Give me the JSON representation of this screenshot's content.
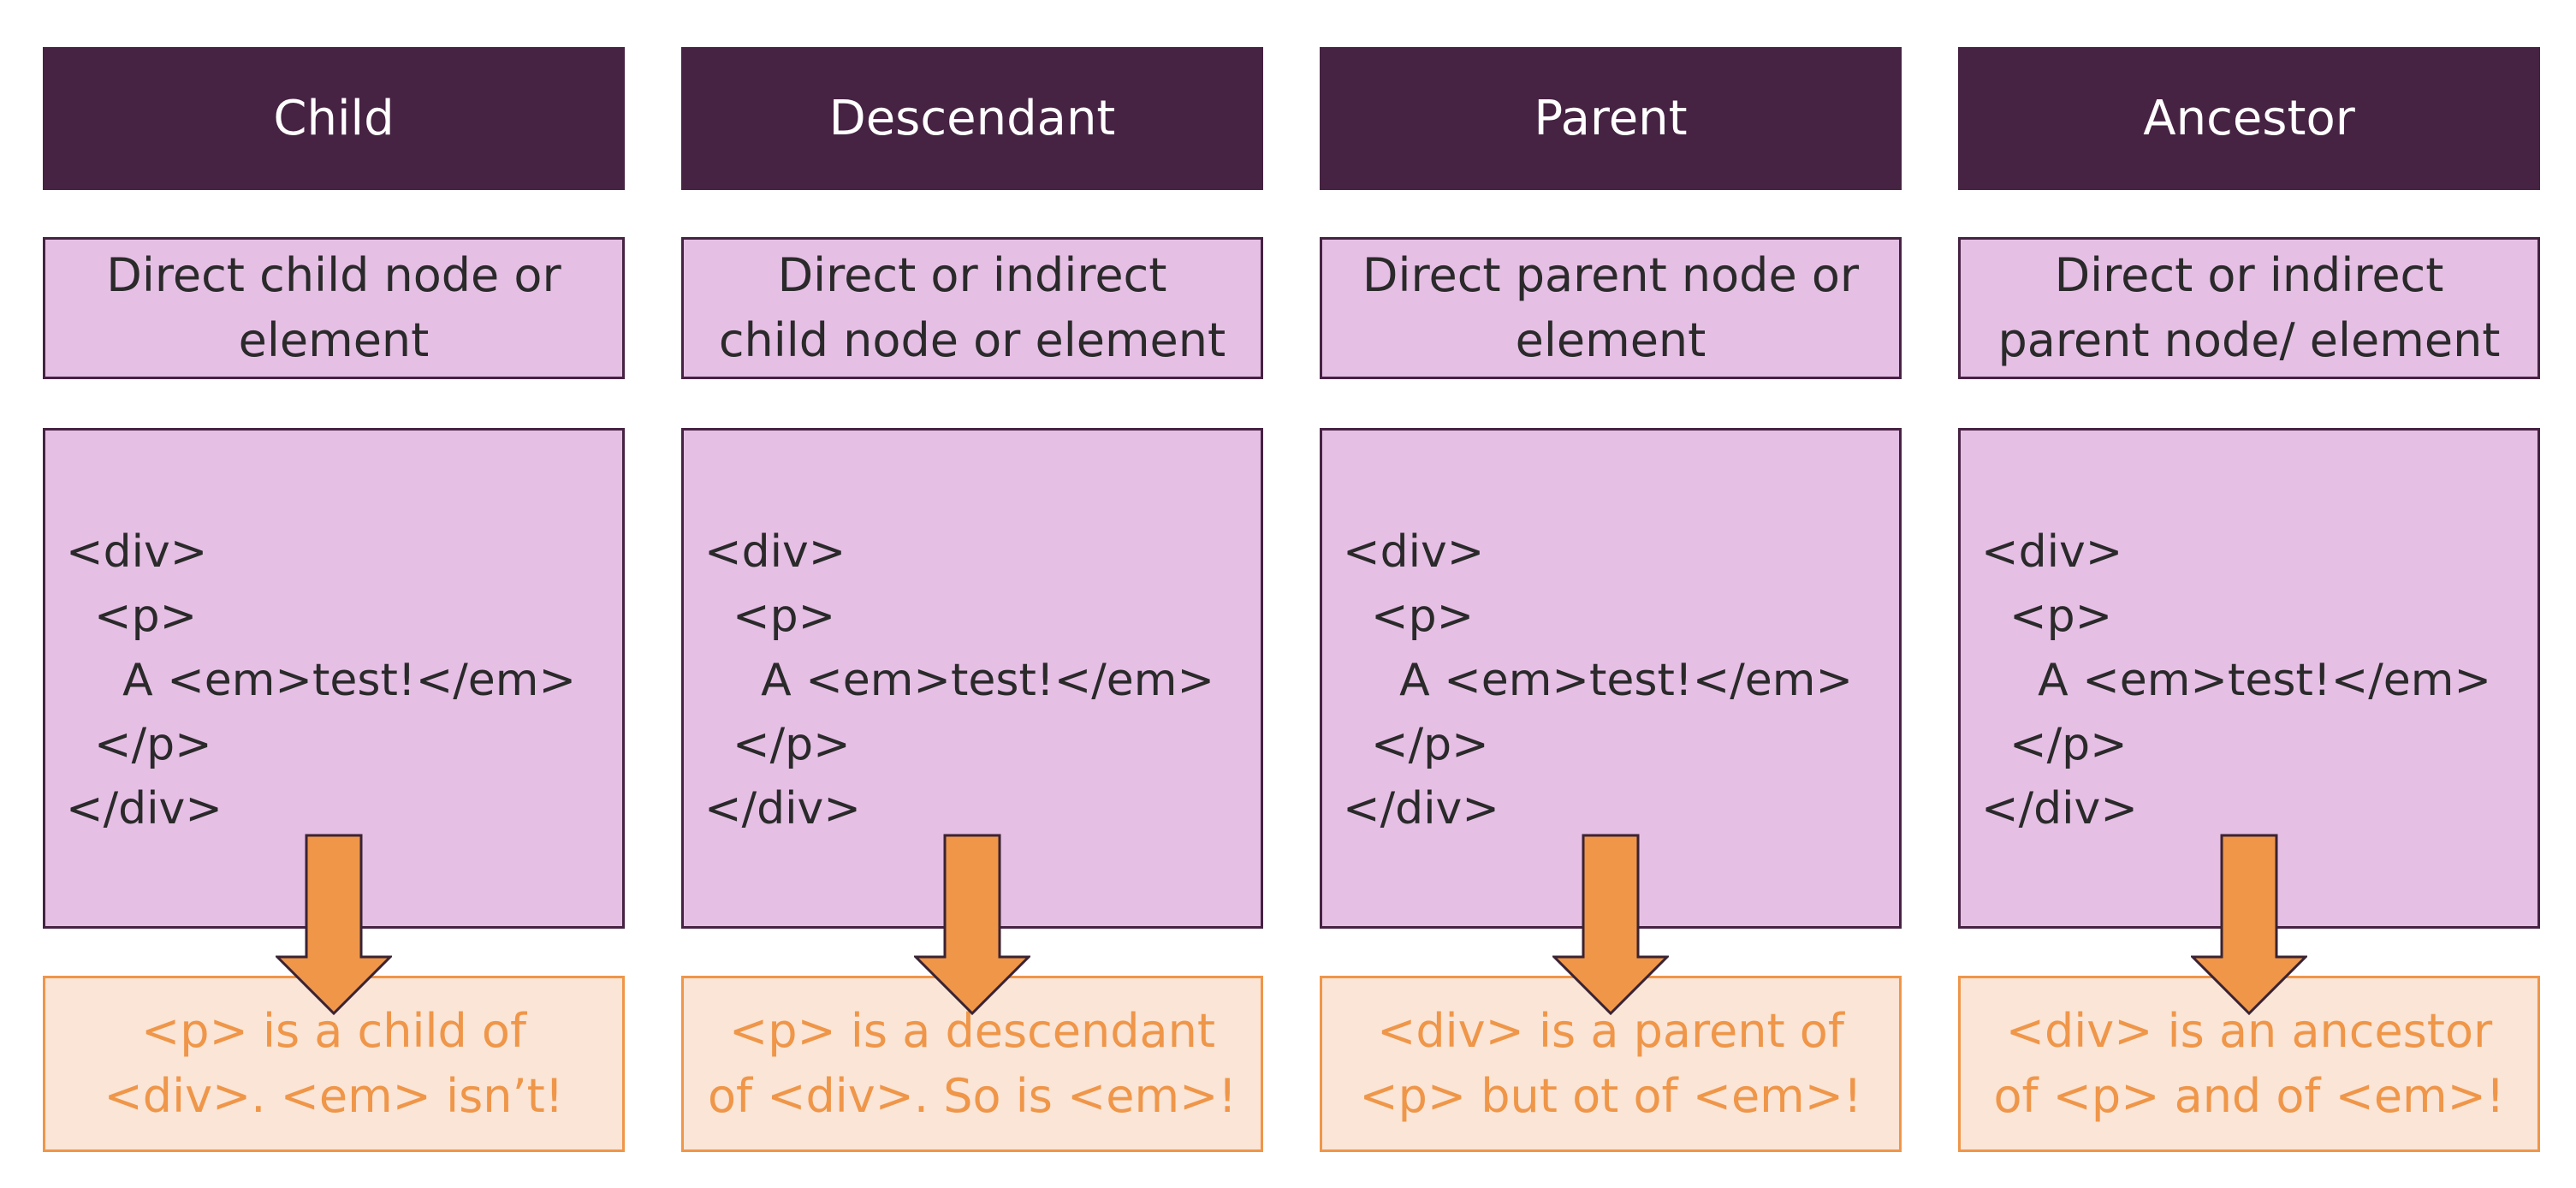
{
  "columns": [
    {
      "title": "Child",
      "description": [
        "Direct child node or",
        "element"
      ],
      "code": [
        "<div>",
        "  <p>",
        "    A <em>test!</em>",
        "  </p>",
        "</div>"
      ],
      "result": [
        "<p> is a child of",
        "<div>. <em> isn’t!"
      ]
    },
    {
      "title": "Descendant",
      "description": [
        "Direct or indirect",
        "child node or element"
      ],
      "code": [
        "<div>",
        "  <p>",
        "    A <em>test!</em>",
        "  </p>",
        "</div>"
      ],
      "result": [
        "<p> is a descendant",
        "of <div>. So is <em>!"
      ]
    },
    {
      "title": "Parent",
      "description": [
        "Direct parent node or",
        "element"
      ],
      "code": [
        "<div>",
        "  <p>",
        "    A <em>test!</em>",
        "  </p>",
        "</div>"
      ],
      "result": [
        "<div> is a parent of",
        "<p> but ot of <em>!"
      ]
    },
    {
      "title": "Ancestor",
      "description": [
        "Direct or indirect",
        "parent node/ element"
      ],
      "code": [
        "<div>",
        "  <p>",
        "    A <em>test!</em>",
        "  </p>",
        "</div>"
      ],
      "result": [
        "<div> is an ancestor",
        "of <p> and of <em>!"
      ]
    }
  ],
  "colors": {
    "header_bg": "#462243",
    "box_bg": "#e6bfe5",
    "result_bg": "#fae5d6",
    "accent_orange": "#ef9649"
  }
}
